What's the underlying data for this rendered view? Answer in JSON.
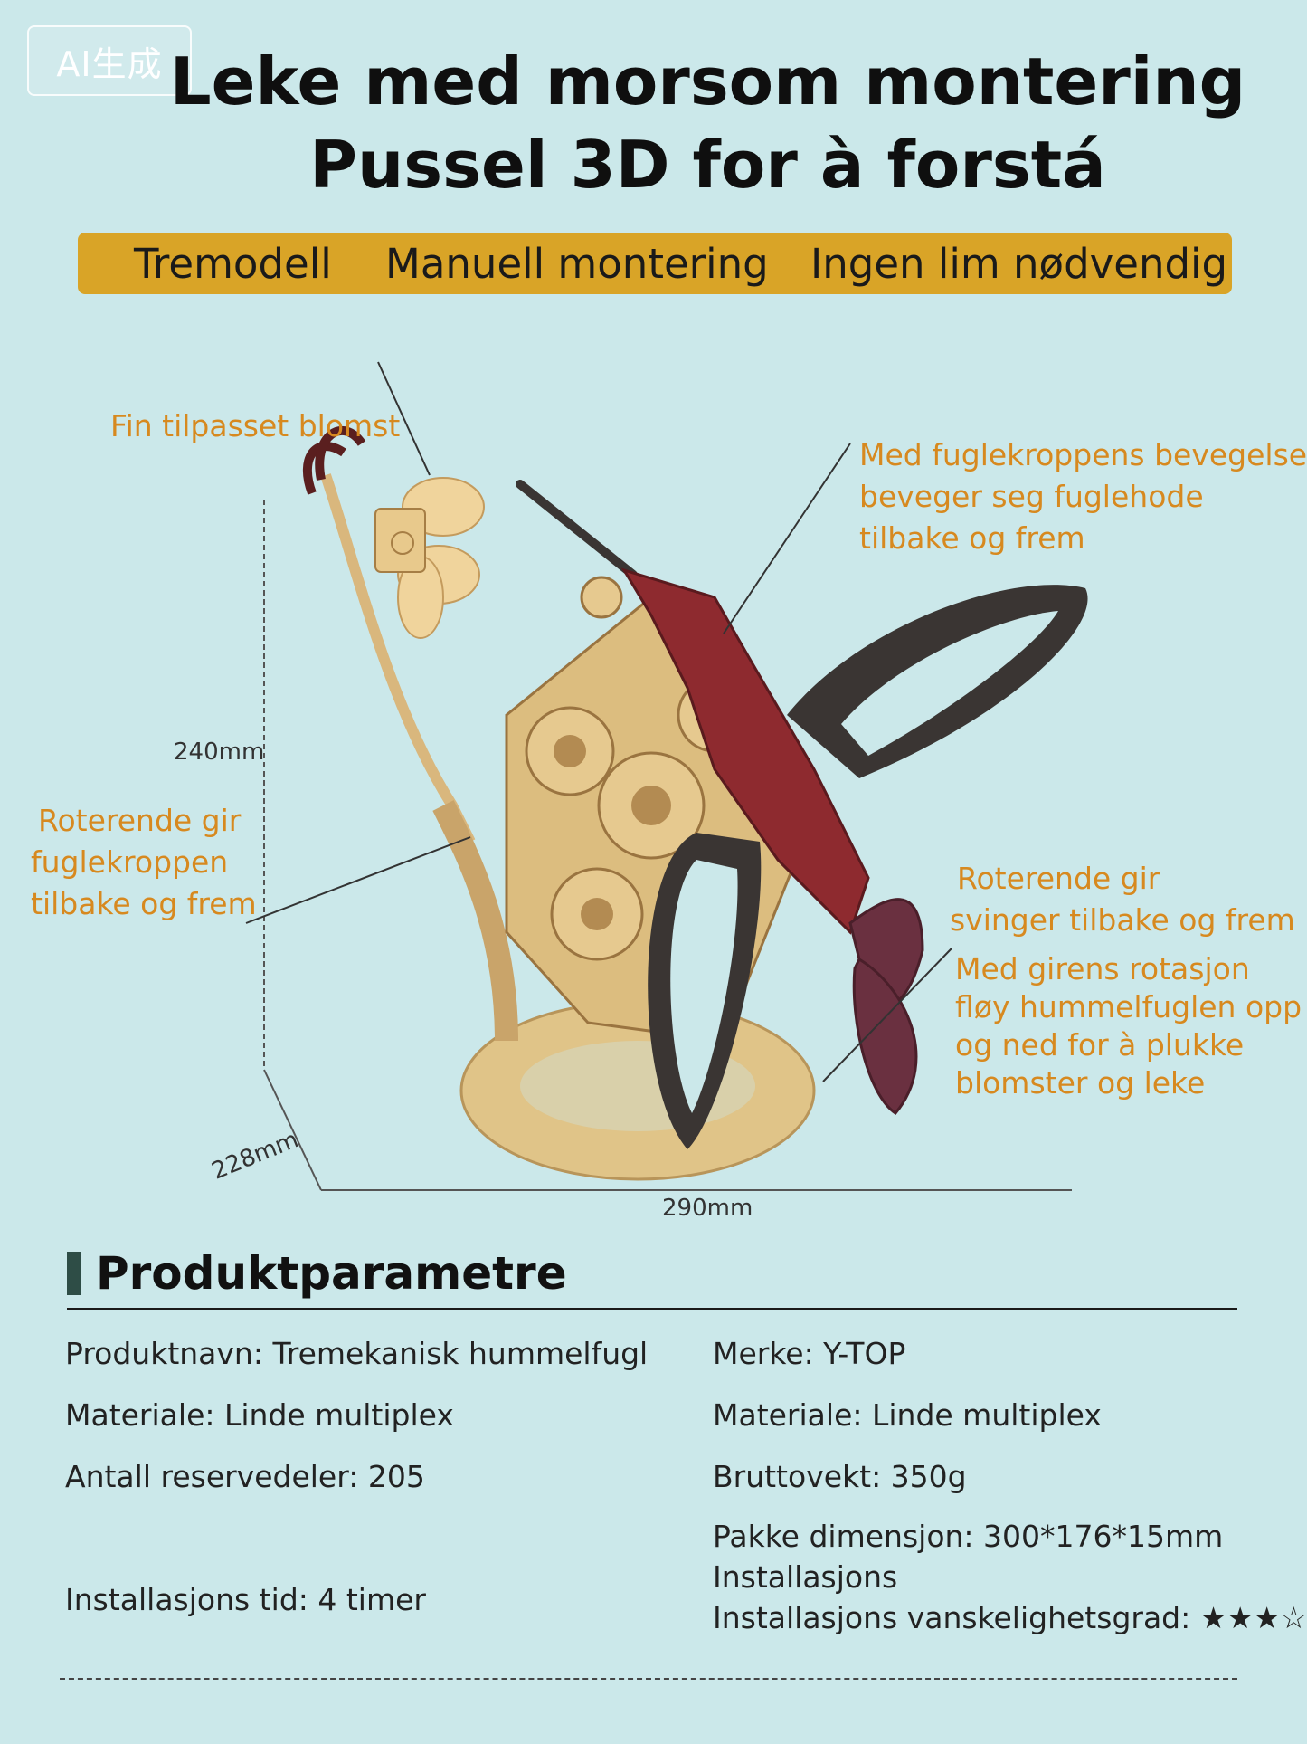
{
  "badge": "AI生成",
  "title_line1": "Leke med morsom montering",
  "title_line2": "Pussel 3D for à forstá",
  "features": [
    "Tremodell",
    "Manuell montering",
    "Ingen lim nødvendig"
  ],
  "callouts": {
    "flower": "Fin tilpasset blomst",
    "head": [
      "Med fuglekroppens bevegelse",
      "beveger  seg fuglehode",
      "tilbake og frem"
    ],
    "body": [
      "Roterende gir",
      "fuglekroppen",
      "tilbake og frem"
    ],
    "swing": [
      "Roterende gir",
      "svinger  tilbake og frem"
    ],
    "wings": [
      "Med girens rotasjon",
      "fløy hummelfuglen opp",
      "og ned for à plukke",
      "blomster og leke"
    ]
  },
  "dimensions": {
    "height": "240mm",
    "depth": "228mm",
    "width": "290mm"
  },
  "section_title": "Produktparametre",
  "params_left": [
    "Produktnavn: Tremekanisk hummelfugl",
    "Materiale: Linde multiplex",
    "Antall reservedeler: 205",
    "Installasjons tid: 4 timer"
  ],
  "params_right": [
    "Merke: Y-TOP",
    "Materiale: Linde multiplex",
    "Bruttovekt: 350g",
    "Pakke dimensjon: 300*176*15mm",
    "Installasjons",
    "Installasjons vanskelighetsgrad: ★★★☆☆"
  ],
  "colors": {
    "background": "#cbe8ea",
    "banner": "#d9a427",
    "callout": "#d7891f",
    "wood": "#e2c48a",
    "red": "#8e2a2f",
    "dark": "#3a3533"
  }
}
